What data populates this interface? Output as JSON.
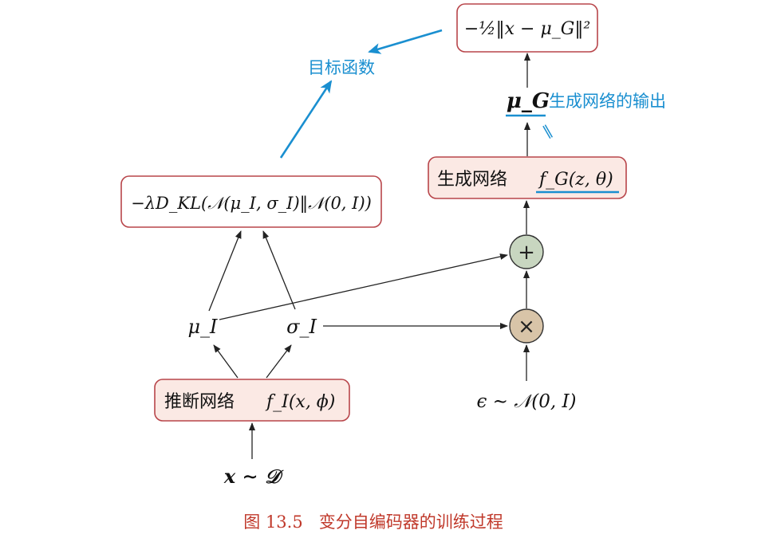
{
  "objective_label": "目标函数",
  "recon_term": "−½‖x − μ_G‖²",
  "kl_term": "−λD_KL(𝒩(μ_I, σ_I)‖𝒩(0, I))",
  "generator": {
    "label": "生成网络",
    "formula": "f_G(z, θ)"
  },
  "generator_output": {
    "symbol": "μ_G",
    "label": "生成网络的输出",
    "equals_mark": "‖"
  },
  "plus_symbol": "+",
  "times_symbol": "×",
  "noise_input": "ϵ ∼ 𝒩(0, I)",
  "mu_i": "μ_I",
  "sigma_i": "σ_I",
  "inference": {
    "label": "推断网络",
    "formula": "f_I(x, ϕ)"
  },
  "data_input": "x ∼ 𝒟",
  "caption": "图 13.5   变分自编码器的训练过程",
  "colors": {
    "box_border": "#b8454a",
    "box_fill": "#fbe9e4",
    "plus_fill": "#c8d6c0",
    "times_fill": "#d8c4a8",
    "annotation_blue": "#1a8fd0",
    "caption_red": "#c0392b"
  }
}
